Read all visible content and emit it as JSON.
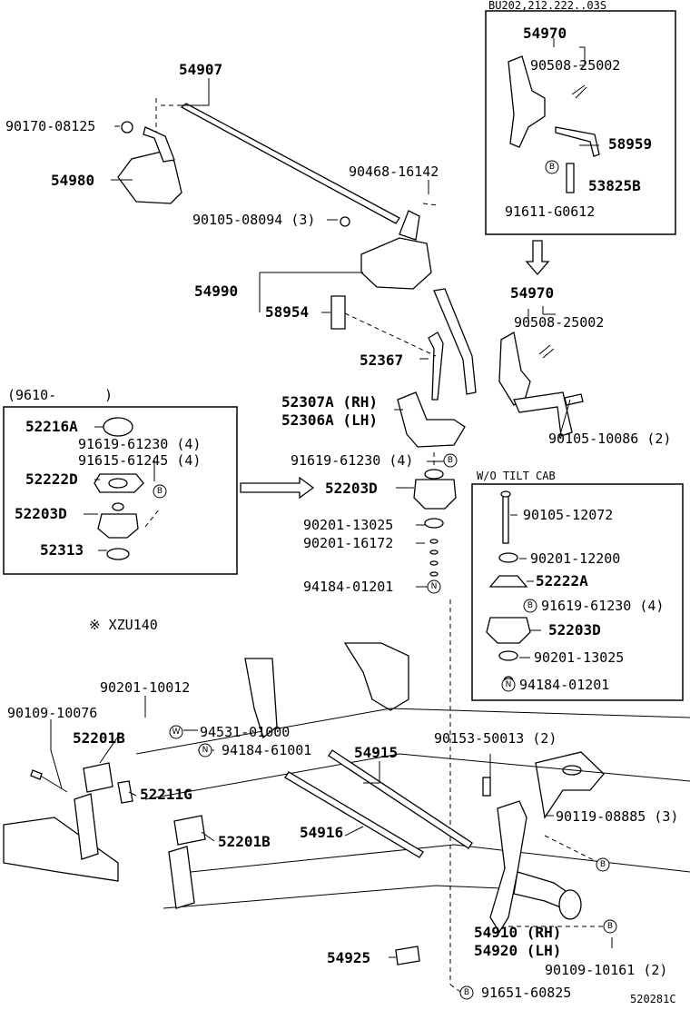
{
  "header_code": "BU202,212.222..03S",
  "footer_code": "520281C",
  "section_labels": {
    "model_range": "(9610-",
    "wo_tilt_cab": "W/O TILT CAB",
    "model_note": "※ XZU140"
  },
  "badges": {
    "b": "B",
    "n": "N",
    "w": "W"
  },
  "parts": {
    "p54907": "54907",
    "p90170_08125": "90170-08125",
    "p54980": "54980",
    "p90468_16142": "90468-16142",
    "p90105_08094": "90105-08094 (3)",
    "p54990": "54990",
    "p58954": "58954",
    "p52367": "52367",
    "p52307a": "52307A (RH)",
    "p52306a": "52306A (LH)",
    "p91619_61230_main": "91619-61230 (4)",
    "p52203d_main": "52203D",
    "p90201_13025_main": "90201-13025",
    "p90201_16172": "90201-16172",
    "p94184_01201_main": "94184-01201",
    "p54970_top": "54970",
    "p90508_25002_top": "90508-25002",
    "p58959": "58959",
    "p53825b": "53825B",
    "p91611_g0612": "91611-G0612",
    "p54970_mid": "54970",
    "p90508_25002_mid": "90508-25002",
    "p90105_10086": "90105-10086 (2)",
    "p52216a": "52216A",
    "p91619_61230_left": "91619-61230 (4)",
    "p91615_61245": "91615-61245 (4)",
    "p52222d": "52222D",
    "p52203d_left": "52203D",
    "p52313": "52313",
    "p90105_12072": "90105-12072",
    "p90201_12200": "90201-12200",
    "p52222a": "52222A",
    "p91619_61230_right": "91619-61230 (4)",
    "p52203d_right": "52203D",
    "p90201_13025_right": "90201-13025",
    "p94184_01201_right": "94184-01201",
    "p90201_10012": "90201-10012",
    "p90109_10076": "90109-10076",
    "p94531_01000": "94531-01000",
    "p94184_61001": "94184-61001",
    "p52201b_a": "52201B",
    "p52211g": "52211G",
    "p52201b_b": "52201B",
    "p54915": "54915",
    "p54916": "54916",
    "p90153_50013": "90153-50013 (2)",
    "p90119_08885": "90119-08885 (3)",
    "p54910": "54910 (RH)",
    "p54920": "54920 (LH)",
    "p90109_10161": "90109-10161 (2)",
    "p54925": "54925",
    "p91651_60825": "91651-60825"
  }
}
